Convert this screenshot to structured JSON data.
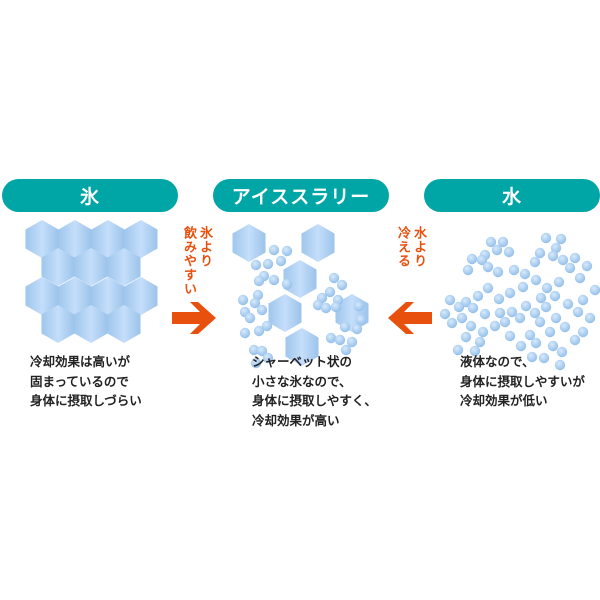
{
  "columns": [
    {
      "title": "氷",
      "caption": [
        "冷却効果は高いが",
        "固まっているので",
        "身体に摂取しづらい"
      ]
    },
    {
      "title": "アイススラリー",
      "caption": [
        "シャーベット状の",
        "小さな氷なので、",
        "身体に摂取しやすく、",
        "冷却効果が高い"
      ]
    },
    {
      "title": "水",
      "caption": [
        "液体なので、",
        "身体に摂取しやすいが",
        "冷却効果が低い"
      ]
    }
  ],
  "arrows": {
    "left_to_center": {
      "lines": [
        "氷より",
        "飲みやすい"
      ],
      "direction": "right"
    },
    "right_to_center": {
      "lines": [
        "水より",
        "冷える"
      ],
      "direction": "left"
    }
  },
  "colors": {
    "header": "#00a5a6",
    "accent": "#e8500e",
    "ice": "#a9cdee",
    "text": "#222222"
  }
}
